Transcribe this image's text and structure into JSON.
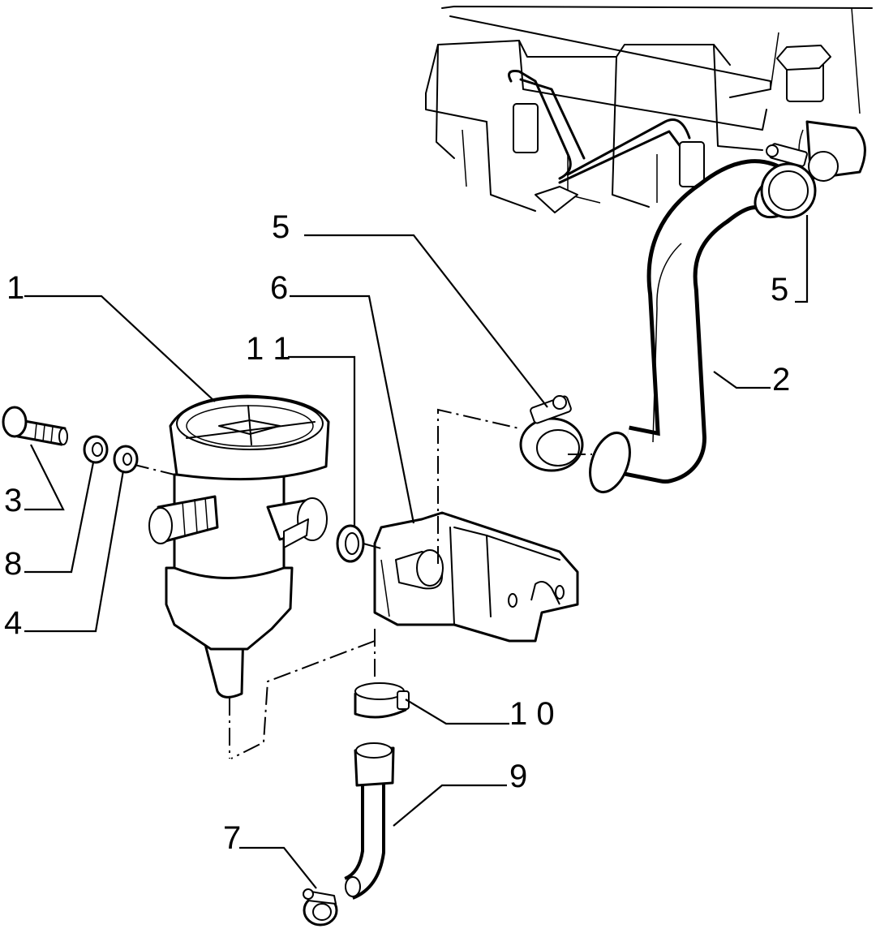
{
  "callouts": [
    {
      "id": "1",
      "text": "1"
    },
    {
      "id": "2",
      "text": "2"
    },
    {
      "id": "3",
      "text": "3"
    },
    {
      "id": "4",
      "text": "4"
    },
    {
      "id": "5a",
      "text": "5"
    },
    {
      "id": "5b",
      "text": "5"
    },
    {
      "id": "6",
      "text": "6"
    },
    {
      "id": "7",
      "text": "7"
    },
    {
      "id": "8",
      "text": "8"
    },
    {
      "id": "9",
      "text": "9"
    },
    {
      "id": "10",
      "text": "1 0"
    },
    {
      "id": "11",
      "text": "1 1"
    }
  ]
}
